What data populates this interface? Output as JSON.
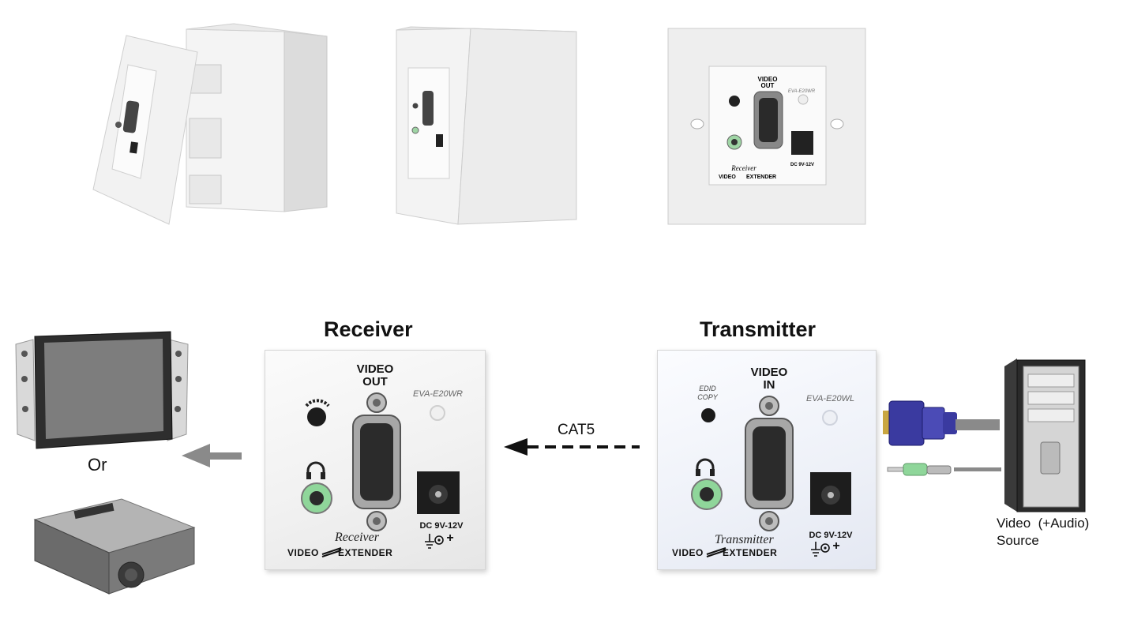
{
  "receiver": {
    "title": "Receiver",
    "port_label_1": "VIDEO",
    "port_label_2": "OUT",
    "model": "EVA-E20WR",
    "dc_label": "DC 9V-12V",
    "polarity": "+",
    "script_name": "Receiver",
    "brand_left": "VIDEO",
    "brand_right": "EXTENDER"
  },
  "transmitter": {
    "title": "Transmitter",
    "port_label_1": "VIDEO",
    "port_label_2": "IN",
    "model": "EVA-E20WL",
    "edid_1": "EDID",
    "edid_2": "COPY",
    "dc_label": "DC 9V-12V",
    "polarity": "+",
    "script_name": "Transmitter",
    "brand_left": "VIDEO",
    "brand_right": "EXTENDER"
  },
  "link": {
    "label": "CAT5"
  },
  "display": {
    "or_label": "Or"
  },
  "source": {
    "line1": "Video  (+Audio)",
    "line2": "Source"
  },
  "colors": {
    "audio_jack": "#8fd69a",
    "vga_blue": "#3a3aa0",
    "arrow_gray": "#8a8a8a"
  }
}
